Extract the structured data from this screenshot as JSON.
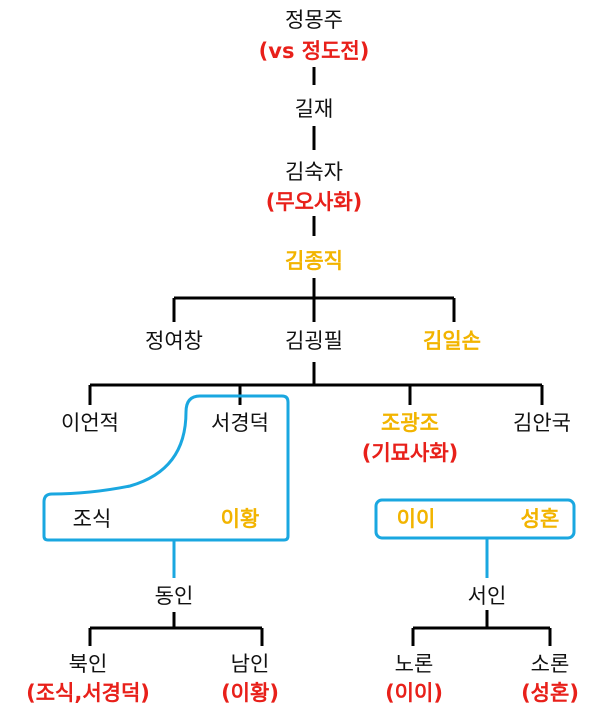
{
  "nodes": {
    "jeong_mongju": "정몽주",
    "vs_jeong_dojeon": "(vs 정도전)",
    "giljae": "길재",
    "kim_sukja": "김숙자",
    "muo_sahwa": "(무오사화)",
    "kim_jongjik": "김종직",
    "jeong_yeochang": "정여창",
    "kim_goengpil": "김굉필",
    "kim_ilson": "김일손",
    "yi_eonjeok": "이언적",
    "seo_gyeongdeok": "서경덕",
    "jo_gwangjo": "조광조",
    "gimyo_sahwa": "(기묘사화)",
    "kim_anguk": "김안국",
    "jo_sik": "조식",
    "yi_hwang": "이황",
    "yi_i": "이이",
    "seong_hon": "성혼",
    "dongin": "동인",
    "seoin": "서인",
    "bugin": "북인",
    "bugin_note": "(조식,서경덕)",
    "namin": "남인",
    "namin_note": "(이황)",
    "noron": "노론",
    "noron_note": "(이이)",
    "soron": "소론",
    "soron_note": "(성혼)"
  },
  "colors": {
    "text": "#111111",
    "highlight_red": "#e8201a",
    "highlight_gold": "#f2b400",
    "group_box": "#1aa7e0",
    "line": "#000000"
  }
}
